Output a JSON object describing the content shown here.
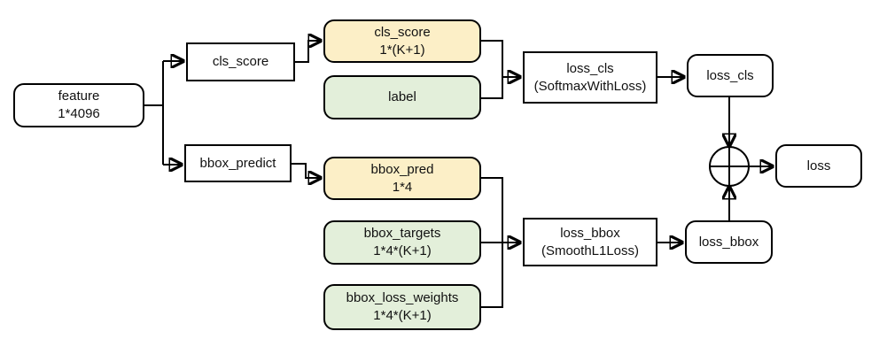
{
  "diagram": {
    "description": "Loss computation flow diagram (classification and bounding-box regression losses summed into a total loss)",
    "colors": {
      "yellow_fill": "#fcefc7",
      "green_fill": "#e3efda",
      "white_fill": "#ffffff",
      "line": "#000000",
      "text": "#111111"
    },
    "nodes": {
      "feature": {
        "line1": "feature",
        "line2": "1*4096"
      },
      "cls_score_layer": {
        "label": "cls_score"
      },
      "bbox_predict_layer": {
        "label": "bbox_predict"
      },
      "cls_score_blob": {
        "line1": "cls_score",
        "line2": "1*(K+1)"
      },
      "label_blob": {
        "label": "label"
      },
      "bbox_pred_blob": {
        "line1": "bbox_pred",
        "line2": "1*4"
      },
      "bbox_targets_blob": {
        "line1": "bbox_targets",
        "line2": "1*4*(K+1)"
      },
      "bbox_loss_weights_blob": {
        "line1": "bbox_loss_weights",
        "line2": "1*4*(K+1)"
      },
      "loss_cls_layer": {
        "line1": "loss_cls",
        "line2": "(SoftmaxWithLoss)"
      },
      "loss_bbox_layer": {
        "line1": "loss_bbox",
        "line2": "(SmoothL1Loss)"
      },
      "loss_cls_blob": {
        "label": "loss_cls"
      },
      "loss_bbox_blob": {
        "label": "loss_bbox"
      },
      "loss_blob": {
        "label": "loss"
      },
      "sum_junction": {
        "symbol": "plus-in-circle"
      }
    },
    "edges": [
      {
        "from": "feature",
        "to": "cls_score_layer"
      },
      {
        "from": "feature",
        "to": "bbox_predict_layer"
      },
      {
        "from": "cls_score_layer",
        "to": "cls_score_blob"
      },
      {
        "from": "bbox_predict_layer",
        "to": "bbox_pred_blob"
      },
      {
        "from": "cls_score_blob",
        "to": "loss_cls_layer"
      },
      {
        "from": "label_blob",
        "to": "loss_cls_layer"
      },
      {
        "from": "loss_cls_layer",
        "to": "loss_cls_blob"
      },
      {
        "from": "loss_cls_blob",
        "to": "sum_junction"
      },
      {
        "from": "bbox_pred_blob",
        "to": "loss_bbox_layer"
      },
      {
        "from": "bbox_targets_blob",
        "to": "loss_bbox_layer"
      },
      {
        "from": "bbox_loss_weights_blob",
        "to": "loss_bbox_layer"
      },
      {
        "from": "loss_bbox_layer",
        "to": "loss_bbox_blob"
      },
      {
        "from": "loss_bbox_blob",
        "to": "sum_junction"
      },
      {
        "from": "sum_junction",
        "to": "loss_blob"
      }
    ]
  }
}
